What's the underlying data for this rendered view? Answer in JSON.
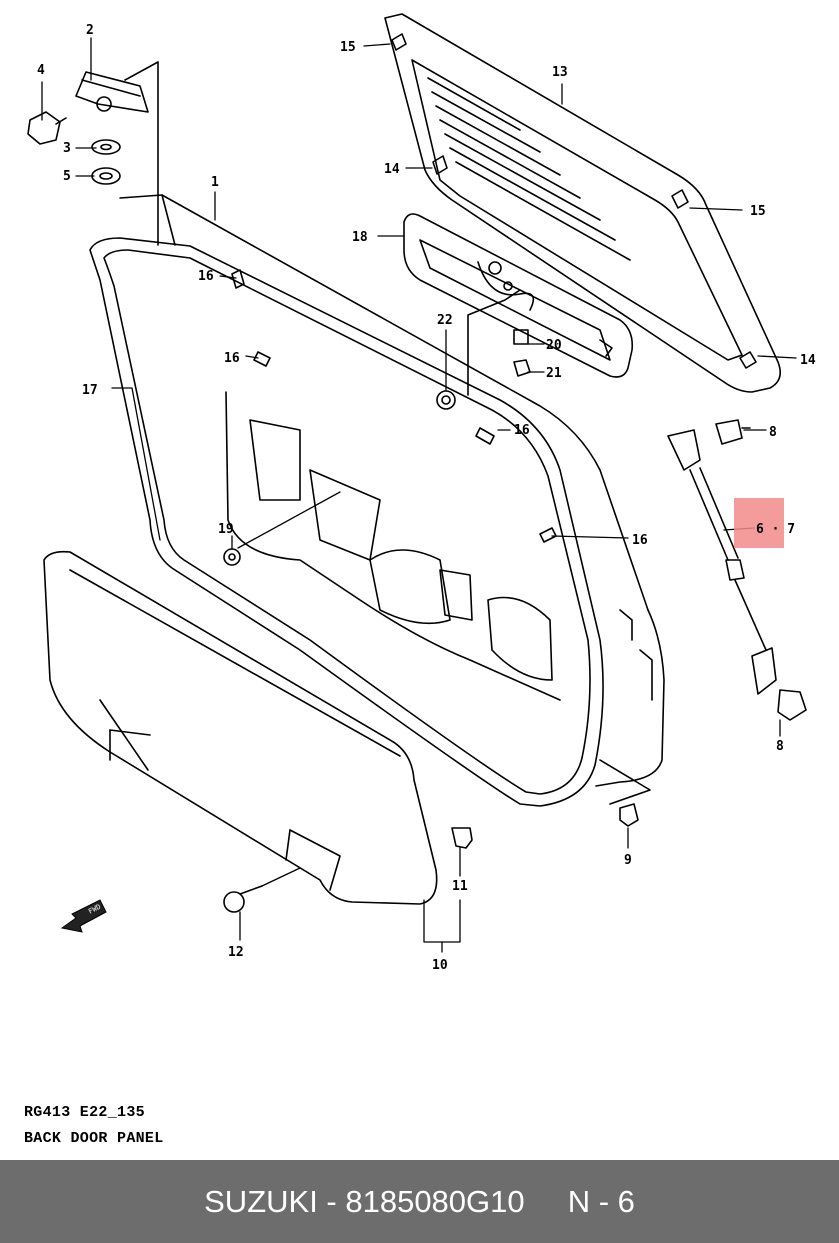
{
  "diagram": {
    "callouts": {
      "c1": "1",
      "c2": "2",
      "c3": "3",
      "c4": "4",
      "c5": "5",
      "c67": "6 · 7",
      "c8a": "8",
      "c8b": "8",
      "c9": "9",
      "c10": "10",
      "c11": "11",
      "c12": "12",
      "c13": "13",
      "c14a": "14",
      "c14b": "14",
      "c15a": "15",
      "c15b": "15",
      "c16a": "16",
      "c16b": "16",
      "c16c": "16",
      "c16d": "16",
      "c17": "17",
      "c18": "18",
      "c19": "19",
      "c20": "20",
      "c21": "21",
      "c22": "22"
    },
    "fwd_arrow_label": "FWD",
    "highlight_color": "#f28b8b"
  },
  "caption": {
    "code": "RG413  E22_135",
    "title": "BACK DOOR PANEL"
  },
  "footer": {
    "text": "SUZUKI - 8185080G10     N - 6",
    "background": "#6d6d6d"
  }
}
